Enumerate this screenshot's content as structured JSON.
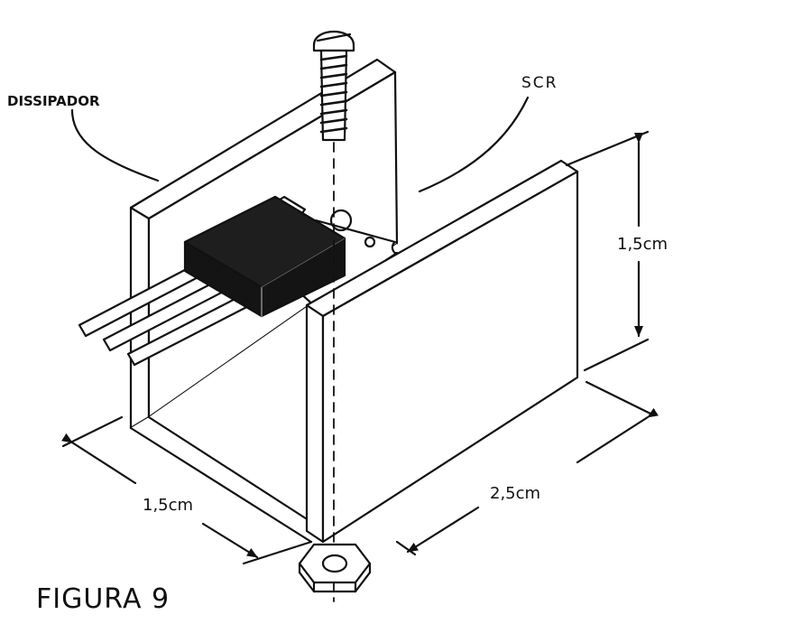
{
  "labels": {
    "dissipador": "DISSIPADOR",
    "scr": "SCR",
    "height": "1,5cm",
    "depth": "1,5cm",
    "width": "2,5cm"
  },
  "caption": "FIGURA 9",
  "colors": {
    "ink": "#111111",
    "paper": "#ffffff",
    "body": "#141414"
  }
}
